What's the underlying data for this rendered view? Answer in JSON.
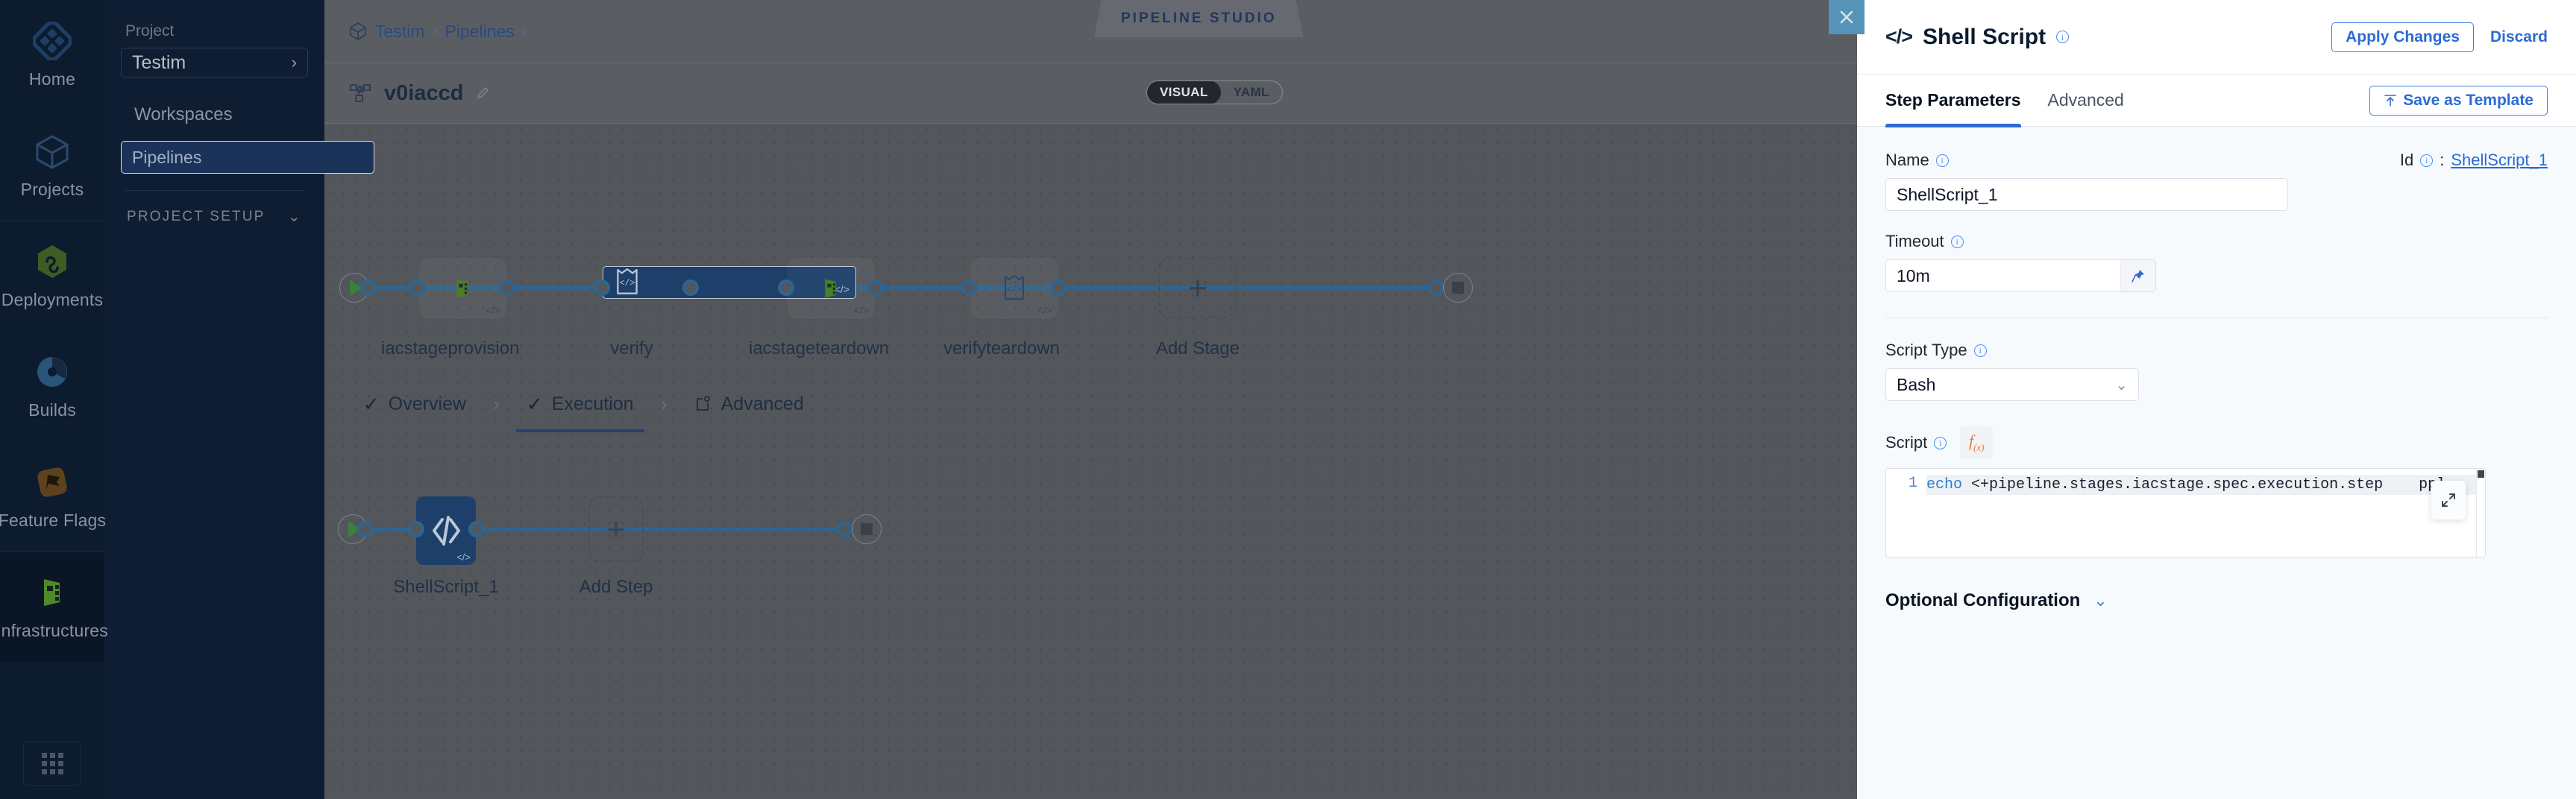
{
  "rail": {
    "items": [
      {
        "label": "Home",
        "icon": "home-diamond-icon"
      },
      {
        "label": "Projects",
        "icon": "cube-icon"
      },
      {
        "label": "Deployments",
        "icon": "infinity-hex-icon"
      },
      {
        "label": "Builds",
        "icon": "build-pie-icon"
      },
      {
        "label": "Feature Flags",
        "icon": "flag-icon"
      },
      {
        "label": "Infrastructures",
        "icon": "infrastructure-icon"
      }
    ],
    "bottom_icon": "app-grid-icon"
  },
  "project_sidebar": {
    "caption": "Project",
    "selected_project": "Testim",
    "chevron": "›",
    "nav": [
      {
        "label": "Workspaces",
        "selected": false
      },
      {
        "label": "Pipelines",
        "selected": true
      }
    ],
    "setup_label": "PROJECT SETUP",
    "setup_chevron": "⌄"
  },
  "topbar": {
    "breadcrumb": [
      {
        "label": "Testim"
      },
      {
        "label": "Pipelines"
      }
    ],
    "separator": "›",
    "studio_tag": "PIPELINE STUDIO"
  },
  "header": {
    "pipeline_name": "v0iaccd",
    "view_toggle": {
      "options": [
        "VISUAL",
        "YAML"
      ],
      "selected": "VISUAL"
    }
  },
  "canvas": {
    "stages": [
      {
        "name": "iacstageprovision",
        "selected": false,
        "icon": "infrastructure-icon",
        "badge": "</>"
      },
      {
        "name": "verify",
        "selected": true,
        "icon": "shellscript-icon",
        "badge": "</>"
      },
      {
        "name": "iacstageteardown",
        "selected": false,
        "icon": "infrastructure-icon",
        "badge": "</>"
      },
      {
        "name": "verifyteardown",
        "selected": false,
        "icon": "shellscript-icon",
        "badge": "</>"
      }
    ],
    "add_stage_label": "Add Stage",
    "stage_tabs": [
      {
        "label": "Overview",
        "icon": "check-icon",
        "active": false
      },
      {
        "label": "Execution",
        "icon": "check-icon",
        "active": true
      },
      {
        "label": "Advanced",
        "icon": "advanced-gear-icon",
        "active": false
      }
    ],
    "tab_separator": "›",
    "steps": [
      {
        "name": "ShellScript_1",
        "selected": true,
        "badge": "</>"
      }
    ],
    "add_step_label": "Add Step"
  },
  "close_button": {
    "icon": "close-icon",
    "color": "#5593b8"
  },
  "drawer": {
    "title": "Shell Script",
    "title_icon": "code-brackets-icon",
    "apply_label": "Apply Changes",
    "discard_label": "Discard",
    "tabs": [
      {
        "label": "Step Parameters",
        "active": true
      },
      {
        "label": "Advanced",
        "active": false
      }
    ],
    "save_template_label": "Save as Template",
    "save_template_icon": "template-upload-icon",
    "fields": {
      "name_label": "Name",
      "name_value": "ShellScript_1",
      "id_label": "Id",
      "id_separator": ":",
      "id_value": "ShellScript_1",
      "timeout_label": "Timeout",
      "timeout_value": "10m",
      "timeout_pin_icon": "pin-icon",
      "script_type_label": "Script Type",
      "script_type_value": "Bash",
      "script_type_chevron": "⌄",
      "script_label": "Script",
      "script_fx_icon": "fx-icon",
      "script_line_number": "1",
      "script_keyword": "echo",
      "script_body": " <+pipeline.stages.iacstage.spec.execution.step    ppl",
      "expand_icon": "expand-icon"
    },
    "optional_config_label": "Optional Configuration",
    "optional_config_chevron": "⌄"
  },
  "colors": {
    "accent_blue": "#2b6bd4",
    "selected_node": "#1c4273",
    "canvas_bg": "#5a5e63",
    "rail_bg": "#0d1b2f",
    "drawer_bg": "#f7fafd"
  }
}
